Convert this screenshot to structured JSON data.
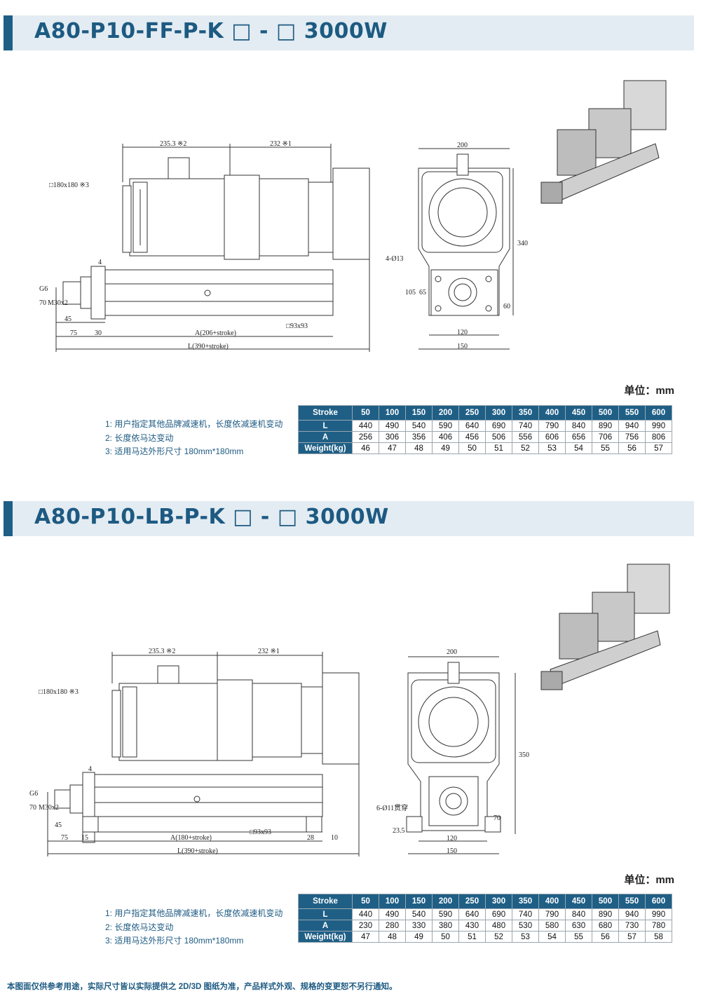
{
  "sections": [
    {
      "title": "A80-P10-FF-P-K □ - □ 3000W",
      "drawing": {
        "dim_motor": "235.3 ※2",
        "dim_reducer": "232 ※1",
        "motor_size": "□180x180 ※3",
        "dim_4": "4",
        "dim_70": "70",
        "dim_g6": "G6",
        "dim_m30": "M30x2",
        "dim_45": "45",
        "dim_75": "75",
        "dim_30": "30",
        "dim_a": "A(206+stroke)",
        "dim_profile": "□93x93",
        "dim_l": "L(390+stroke)",
        "end_200": "200",
        "end_340": "340",
        "end_holes": "4-Ø13",
        "end_105": "105",
        "end_65": "65",
        "end_60": "60",
        "end_120": "120",
        "end_150": "150"
      },
      "unit": "单位：mm",
      "notes": [
        "1:  用户指定其他品牌减速机，长度依减速机变动",
        "2:  长度依马达变动",
        "3:  适用马达外形尺寸 180mm*180mm"
      ],
      "table": {
        "header": "Stroke",
        "strokes": [
          "50",
          "100",
          "150",
          "200",
          "250",
          "300",
          "350",
          "400",
          "450",
          "500",
          "550",
          "600"
        ],
        "rows": [
          {
            "label": "L",
            "values": [
              "440",
              "490",
              "540",
              "590",
              "640",
              "690",
              "740",
              "790",
              "840",
              "890",
              "940",
              "990"
            ]
          },
          {
            "label": "A",
            "values": [
              "256",
              "306",
              "356",
              "406",
              "456",
              "506",
              "556",
              "606",
              "656",
              "706",
              "756",
              "806"
            ]
          },
          {
            "label": "Weight(kg)",
            "values": [
              "46",
              "47",
              "48",
              "49",
              "50",
              "51",
              "52",
              "53",
              "54",
              "55",
              "56",
              "57"
            ]
          }
        ]
      }
    },
    {
      "title": "A80-P10-LB-P-K □ - □ 3000W",
      "drawing": {
        "dim_motor": "235.3 ※2",
        "dim_reducer": "232 ※1",
        "motor_size": "□180x180 ※3",
        "dim_4": "4",
        "dim_70": "70",
        "dim_g6": "G6",
        "dim_m30": "M30x2",
        "dim_45": "45",
        "dim_75": "75",
        "dim_15": "15",
        "dim_a": "A(180+stroke)",
        "dim_profile": "□93x93",
        "dim_28": "28",
        "dim_10": "10",
        "dim_l": "L(390+stroke)",
        "end_200": "200",
        "end_350": "350",
        "end_holes": "6-Ø11贯穿",
        "end_70": "70",
        "end_23": "23.5",
        "end_120": "120",
        "end_150": "150"
      },
      "unit": "单位：mm",
      "notes": [
        "1:  用户指定其他品牌减速机，长度依减速机变动",
        "2:  长度依马达变动",
        "3:  适用马达外形尺寸 180mm*180mm"
      ],
      "table": {
        "header": "Stroke",
        "strokes": [
          "50",
          "100",
          "150",
          "200",
          "250",
          "300",
          "350",
          "400",
          "450",
          "500",
          "550",
          "600"
        ],
        "rows": [
          {
            "label": "L",
            "values": [
              "440",
              "490",
              "540",
              "590",
              "640",
              "690",
              "740",
              "790",
              "840",
              "890",
              "940",
              "990"
            ]
          },
          {
            "label": "A",
            "values": [
              "230",
              "280",
              "330",
              "380",
              "430",
              "480",
              "530",
              "580",
              "630",
              "680",
              "730",
              "780"
            ]
          },
          {
            "label": "Weight(kg)",
            "values": [
              "47",
              "48",
              "49",
              "50",
              "51",
              "52",
              "53",
              "54",
              "55",
              "56",
              "57",
              "58"
            ]
          }
        ]
      }
    }
  ],
  "footer": "本图面仅供参考用途，实际尺寸皆以实际提供之 2D/3D 图纸为准，产品样式外观、规格的变更恕不另行通知。"
}
